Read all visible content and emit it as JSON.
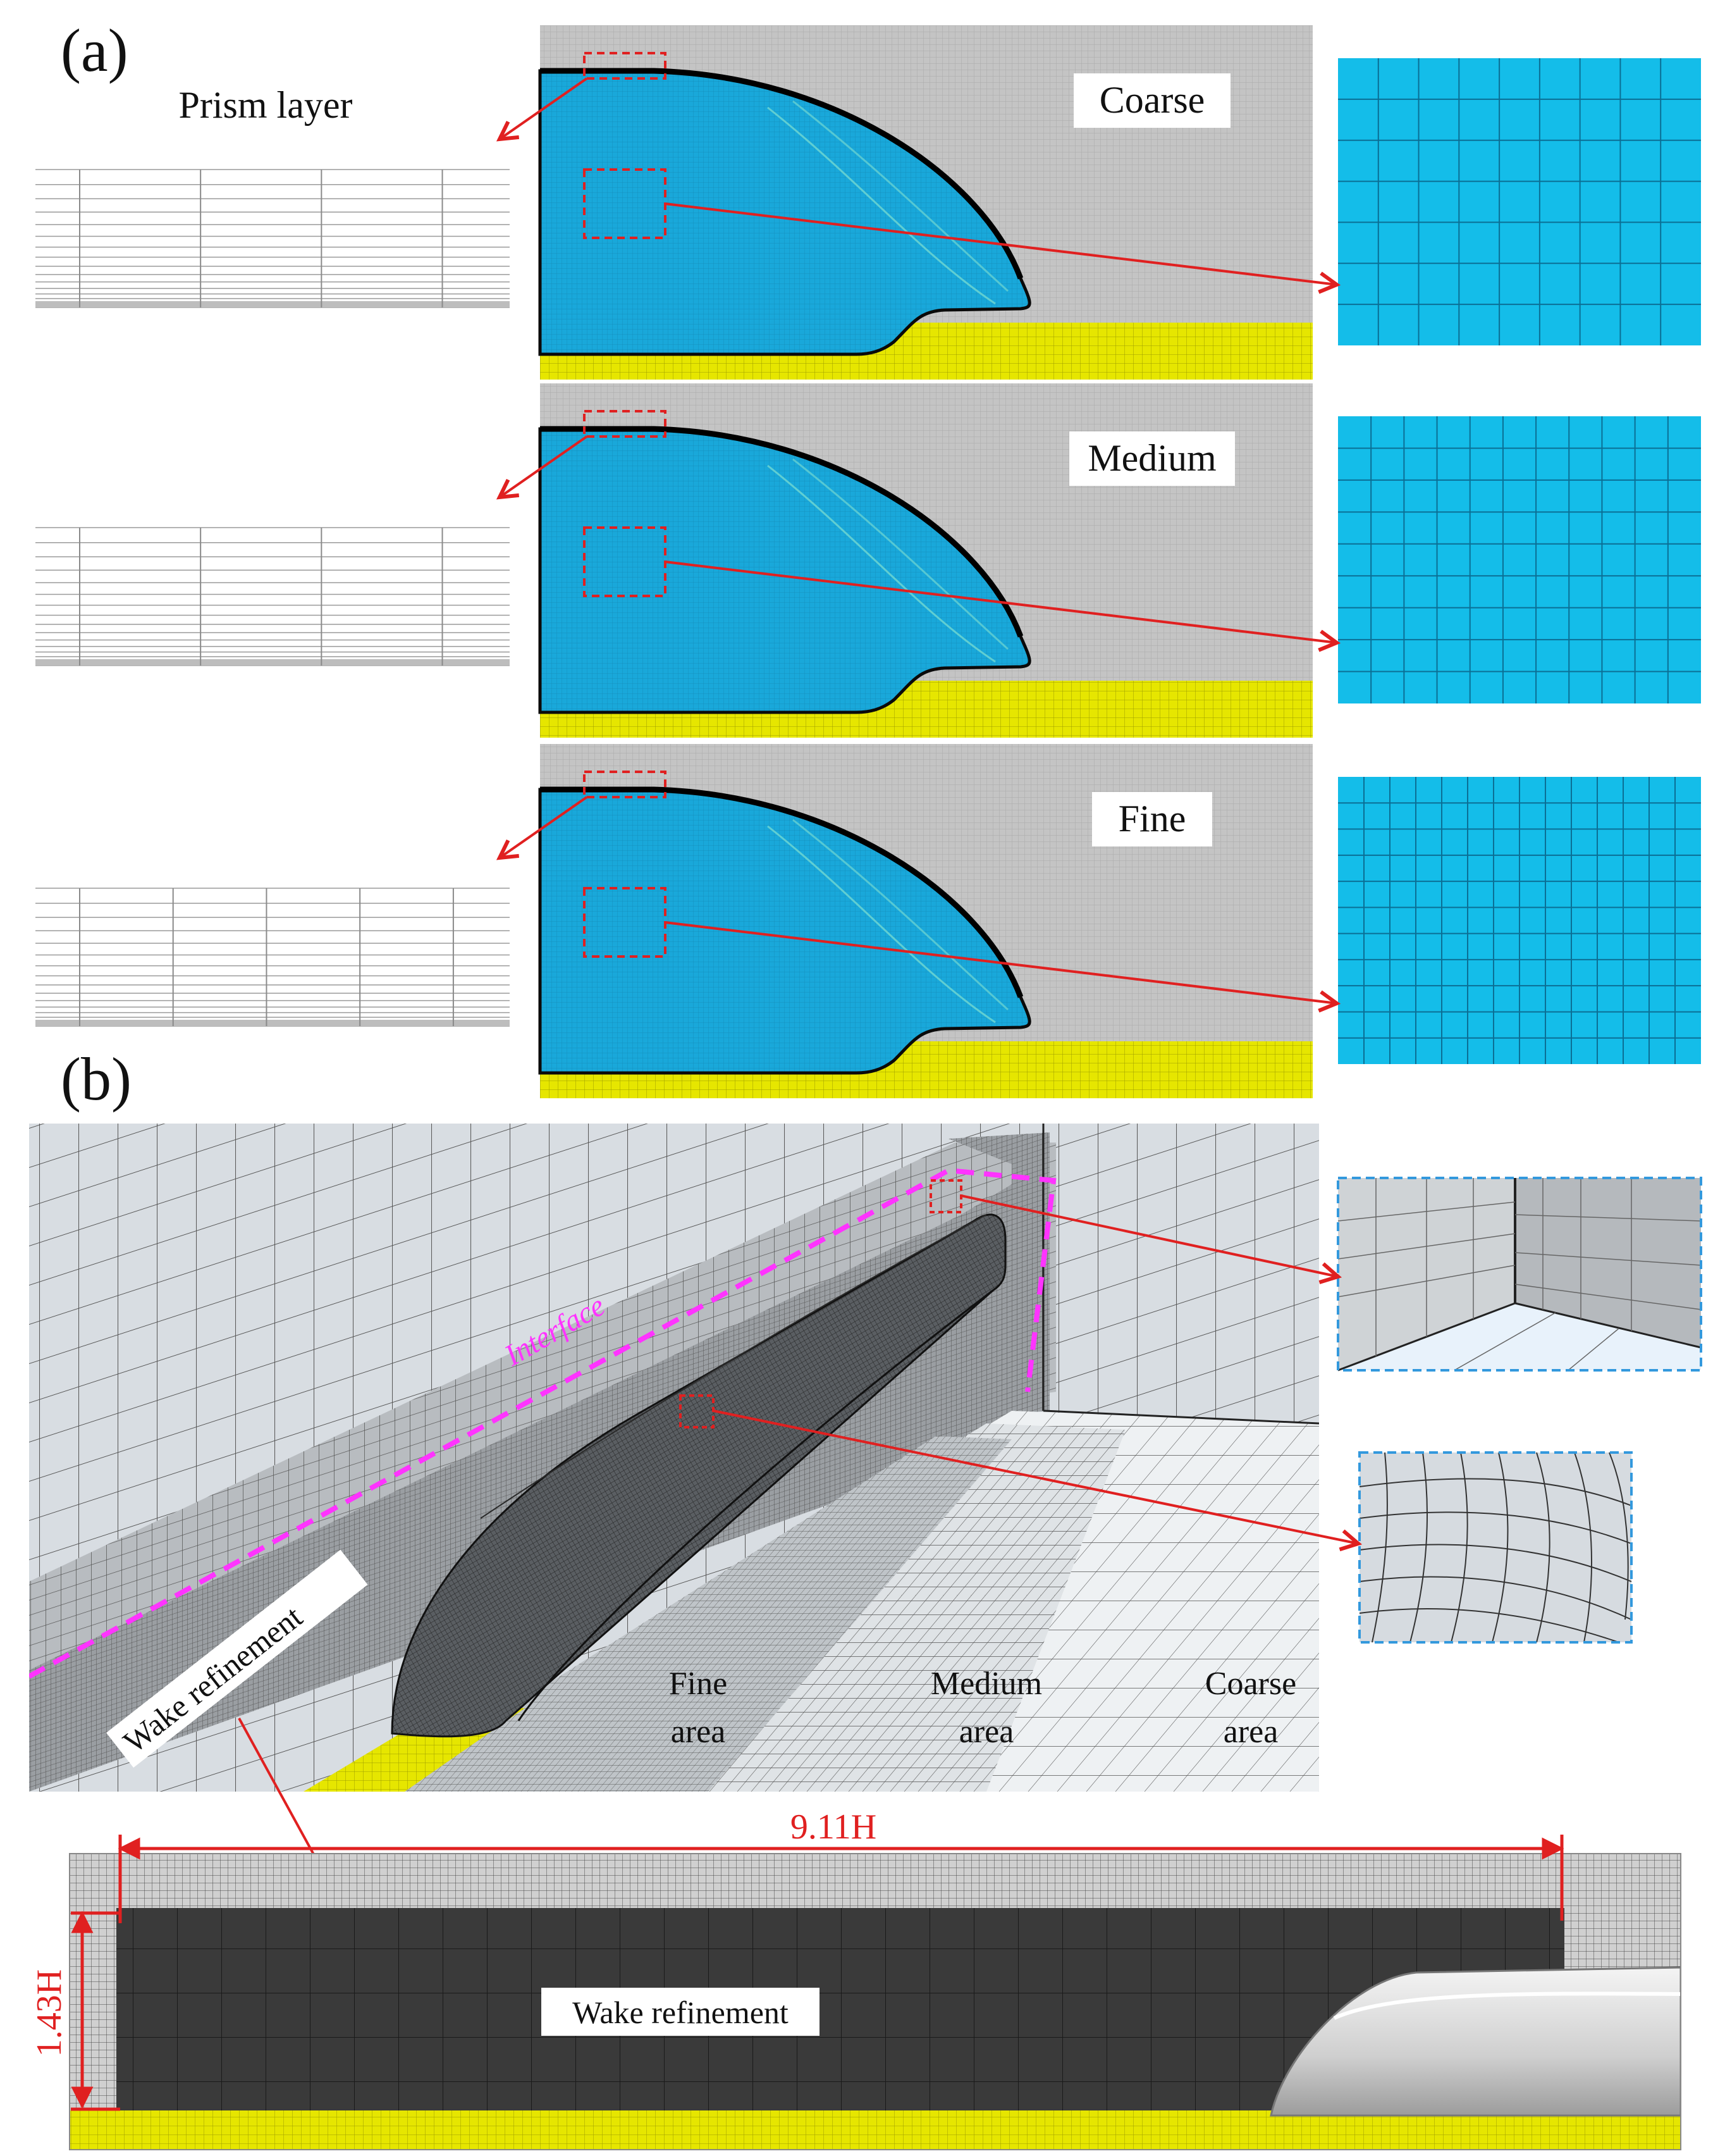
{
  "panel_a": {
    "label": "(a)",
    "prism_label": "Prism layer",
    "rows": [
      {
        "name": "Coarse",
        "prism_cols": 4,
        "zoom_cols": 9
      },
      {
        "name": "Medium",
        "prism_cols": 4,
        "zoom_cols": 11
      },
      {
        "name": "Fine",
        "prism_cols": 5,
        "zoom_cols": 14
      }
    ]
  },
  "panel_b": {
    "label": "(b)",
    "interface_label": "Interface",
    "wake_label": "Wake refinement",
    "areas": [
      {
        "line1": "Fine",
        "line2": "area"
      },
      {
        "line1": "Medium",
        "line2": "area"
      },
      {
        "line1": "Coarse",
        "line2": "area"
      }
    ],
    "length_label": "9.11H",
    "height_label": "1.43H",
    "wake_label_2d": "Wake refinement"
  },
  "colors": {
    "train_blue": "#1ab2e6",
    "zoom_blue": "#14bde9",
    "ground_yellow": "#e6e600",
    "mesh_gray": "#c8c8c8",
    "red_marker": "#e02020",
    "interface_magenta": "#ff33ff",
    "zoom_box_border": "#3399dd",
    "wake_dark": "#3a3a3a"
  }
}
